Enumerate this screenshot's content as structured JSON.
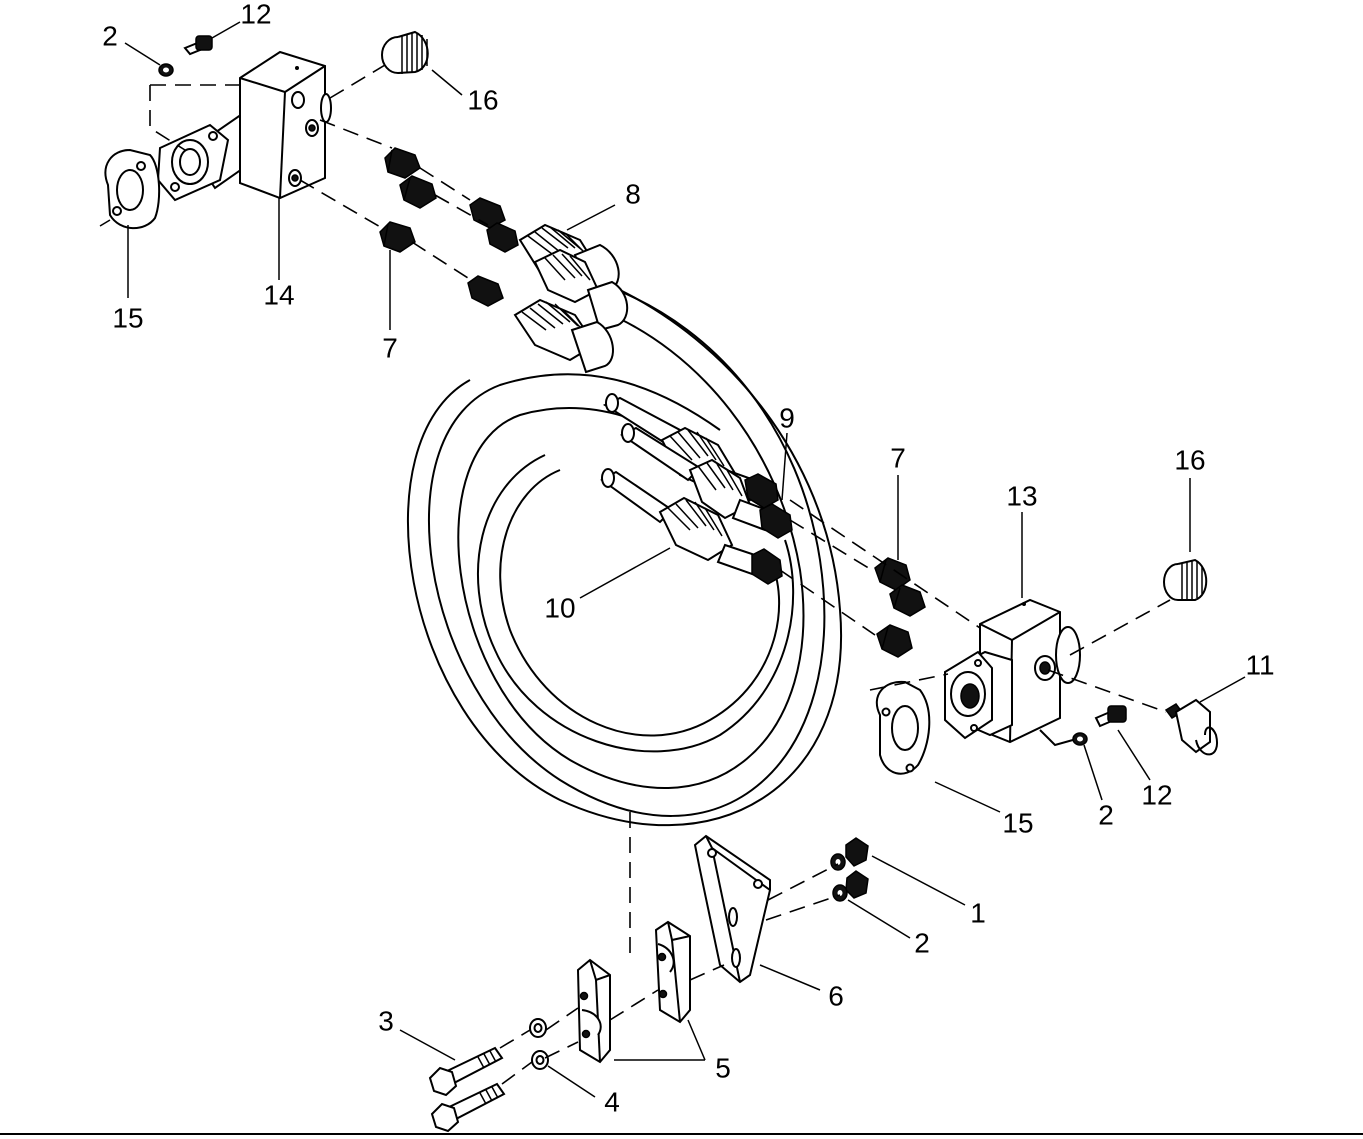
{
  "callouts": [
    {
      "id": "c-2-top",
      "text": "2"
    },
    {
      "id": "c-12-top",
      "text": "12"
    },
    {
      "id": "c-16-top",
      "text": "16"
    },
    {
      "id": "c-8",
      "text": "8"
    },
    {
      "id": "c-15-top",
      "text": "15"
    },
    {
      "id": "c-14",
      "text": "14"
    },
    {
      "id": "c-7-top",
      "text": "7"
    },
    {
      "id": "c-9",
      "text": "9"
    },
    {
      "id": "c-7-right",
      "text": "7"
    },
    {
      "id": "c-13",
      "text": "13"
    },
    {
      "id": "c-16-right",
      "text": "16"
    },
    {
      "id": "c-10",
      "text": "10"
    },
    {
      "id": "c-11",
      "text": "11"
    },
    {
      "id": "c-2-mid",
      "text": "2"
    },
    {
      "id": "c-12-mid",
      "text": "12"
    },
    {
      "id": "c-15-right",
      "text": "15"
    },
    {
      "id": "c-1",
      "text": "1"
    },
    {
      "id": "c-2-low",
      "text": "2"
    },
    {
      "id": "c-6",
      "text": "6"
    },
    {
      "id": "c-3",
      "text": "3"
    },
    {
      "id": "c-5",
      "text": "5"
    },
    {
      "id": "c-4",
      "text": "4"
    }
  ]
}
